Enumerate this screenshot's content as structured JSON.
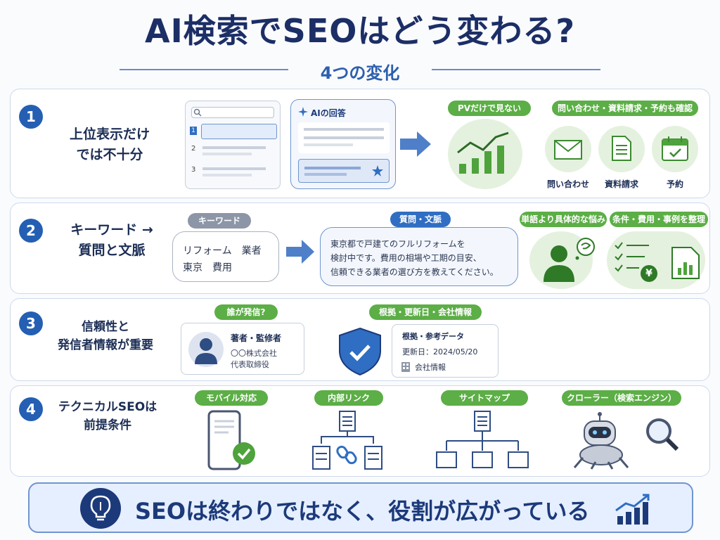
{
  "title": "AI検索でSEOはどう変わる?",
  "subtitle": "4つの変化",
  "section1": {
    "number": "1",
    "title_line1": "上位表示だけ",
    "title_line2": "では不十分",
    "serp_numbers": [
      "1",
      "2",
      "3"
    ],
    "ai_answer_label": "AIの回答",
    "tag_pv": "PVだけで見ない",
    "tag_conversions": "問い合わせ・資料請求・予約も確認",
    "conv_labels": [
      "問い合わせ",
      "資料請求",
      "予約"
    ]
  },
  "section2": {
    "number": "2",
    "title_line1": "キーワード →",
    "title_line2": "質問と文脈",
    "tag_keyword": "キーワード",
    "keyword_line1": "リフォーム　業者",
    "keyword_line2": "東京　費用",
    "tag_question": "質問・文脈",
    "question_line1": "東京都で戸建てのフルリフォームを",
    "question_line2": "検討中です。費用の相場や工期の目安、",
    "question_line3": "信頼できる業者の選び方を教えてください。",
    "tag_concrete": "単語より具体的な悩み",
    "tag_organize": "条件・費用・事例を整理",
    "yen": "¥"
  },
  "section3": {
    "number": "3",
    "title_line1": "信頼性と",
    "title_line2": "発信者情報が重要",
    "tag_who": "誰が発信?",
    "author_role": "著者・監修者",
    "author_company": "〇〇株式会社",
    "author_title": "代表取締役",
    "tag_evidence": "根拠・更新日・会社情報",
    "evidence_label": "根拠・参考データ",
    "updated": "更新日：2024/05/20",
    "company_info": "会社情報"
  },
  "section4": {
    "number": "4",
    "title_line1": "テクニカルSEOは",
    "title_line2": "前提条件",
    "tag_mobile": "モバイル対応",
    "tag_links": "内部リンク",
    "tag_sitemap": "サイトマップ",
    "tag_crawler": "クローラー（検索エンジン）"
  },
  "bottom_message": "SEOは終わりではなく、役割が広がっている",
  "colors": {
    "navy": "#1c2e66",
    "blue": "#245fb3",
    "green": "#5cae46",
    "lightgreen": "#e4f1de",
    "gray": "#8d96a6"
  }
}
